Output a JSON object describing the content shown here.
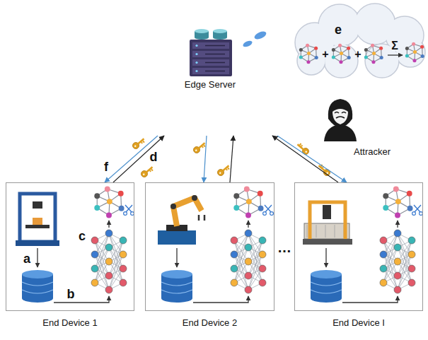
{
  "diagram": {
    "nodes": [
      {
        "text": [
          "Edge Server"
        ]
      },
      {
        "text": [
          "End Device 1"
        ]
      },
      {
        "text": [
          "End Device 2"
        ]
      },
      {
        "text": [
          "End Device I"
        ]
      }
    ],
    "edges": [
      {
        "from": 0,
        "to": 1,
        "arrow": "to"
      },
      {
        "from": 1,
        "to": 0,
        "arrow": "to"
      },
      {
        "from": 0,
        "to": 2,
        "arrow": "to"
      },
      {
        "from": 2,
        "to": 0,
        "arrow": "to"
      },
      {
        "from": 0,
        "to": 3,
        "arrow": "to"
      },
      {
        "from": 3,
        "to": 0,
        "arrow": "to"
      }
    ],
    "labels": [
      "a",
      "b",
      "c",
      "d",
      "e",
      "f",
      "+",
      "+",
      "Σ",
      "Attracker",
      "…"
    ]
  }
}
